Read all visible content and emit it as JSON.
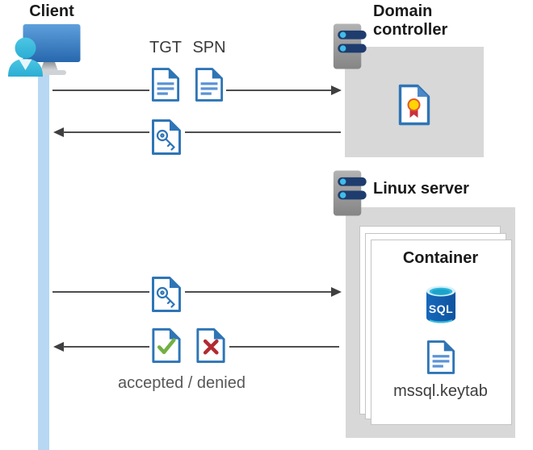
{
  "labels": {
    "client": "Client",
    "domain_controller": "Domain controller",
    "linux_server": "Linux server",
    "container": "Container",
    "tgt": "TGT",
    "spn": "SPN",
    "accepted_denied": "accepted / denied",
    "mssql_keytab": "mssql.keytab",
    "sql": "SQL"
  },
  "flows": [
    {
      "from": "client",
      "to": "domain-controller",
      "direction": "right",
      "artifacts": [
        "tgt-ticket-document",
        "spn-ticket-document"
      ]
    },
    {
      "from": "domain-controller",
      "to": "client",
      "direction": "left",
      "artifacts": [
        "service-ticket-key-document"
      ]
    },
    {
      "from": "client",
      "to": "container",
      "direction": "right",
      "artifacts": [
        "service-ticket-key-document"
      ]
    },
    {
      "from": "container",
      "to": "client",
      "direction": "left",
      "artifacts": [
        "accepted-check-document",
        "denied-x-document"
      ],
      "caption": "accepted / denied"
    }
  ],
  "icons": {
    "client-user-monitor-icon": "user silhouette in front of monitor",
    "server-icon": "gray server tower with two navy bars and cyan leds",
    "certificate-document-icon": "document with yellow/red rosette seal",
    "document-icon": "document with blue text lines",
    "key-document-icon": "document with outlined key",
    "check-document-icon": "document with green check mark",
    "x-document-icon": "document with red x mark",
    "sql-database-icon": "blue database cylinder labeled SQL",
    "lifeline": "vertical light blue client lifeline"
  },
  "colors": {
    "doc_border_blue": "#2e75b6",
    "doc_line_blue": "#5b93d6",
    "arrow_gray": "#4e4e4e",
    "box_gray": "#d8d8d8",
    "lifeline_blue": "#b7d7f3",
    "server_navy": "#1e3c6e",
    "server_cyan": "#41bce8",
    "check_green": "#72b043",
    "deny_red": "#b12b31",
    "sql_body_blue": "#1464b8",
    "sql_top_cyan": "#2fb7dc",
    "cert_seal_yellow": "#ffd503",
    "cert_ribbon_red": "#c9313b",
    "monitor_blue": "#3d83c6",
    "person_cyan": "#3cc0e0"
  }
}
